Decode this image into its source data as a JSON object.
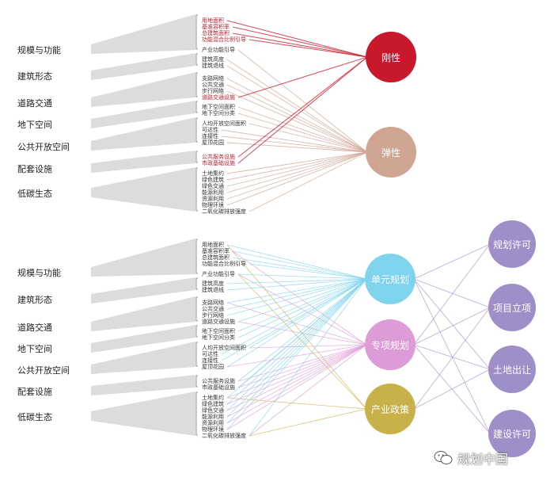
{
  "colors": {
    "wedge": "#dcdcdc",
    "rigid": "#c8182c",
    "rigid_text": "#b21f2d",
    "elastic": "#cfa593",
    "unit_plan": "#7fd3ec",
    "special_plan": "#dd9bd7",
    "industry_policy": "#c9b14a",
    "decision": "#9e8fc8"
  },
  "categories": [
    "规模与功能",
    "建筑形态",
    "道路交通",
    "地下空间",
    "公共开放空间",
    "配套设施",
    "低碳生态"
  ],
  "items": [
    "用地面积",
    "基准容积率",
    "总建筑面积",
    "功能混合比例引导",
    "产业功能引导",
    "建筑高度",
    "建筑退线",
    "支路网络",
    "公共交通",
    "步行网络",
    "道路交通设施",
    "地下空间面积",
    "地下空间分类",
    "人均开放空间面积",
    "可达性",
    "连接性",
    "屋顶花园",
    "公共服务设施",
    "市政基础设施",
    "土地集约",
    "绿色建筑",
    "绿色交通",
    "能源利用",
    "资源利用",
    "物理环境",
    "二氧化碳排放强度"
  ],
  "top_rigid_items": [
    0,
    1,
    2,
    3,
    10,
    17,
    18
  ],
  "top_nodes": [
    "刚性",
    "弹性"
  ],
  "mid_nodes": [
    "单元规划",
    "专项规划",
    "产业政策"
  ],
  "right_nodes": [
    "规划许可",
    "项目立项",
    "土地出让",
    "建设许可"
  ],
  "watermark": "规划中国"
}
